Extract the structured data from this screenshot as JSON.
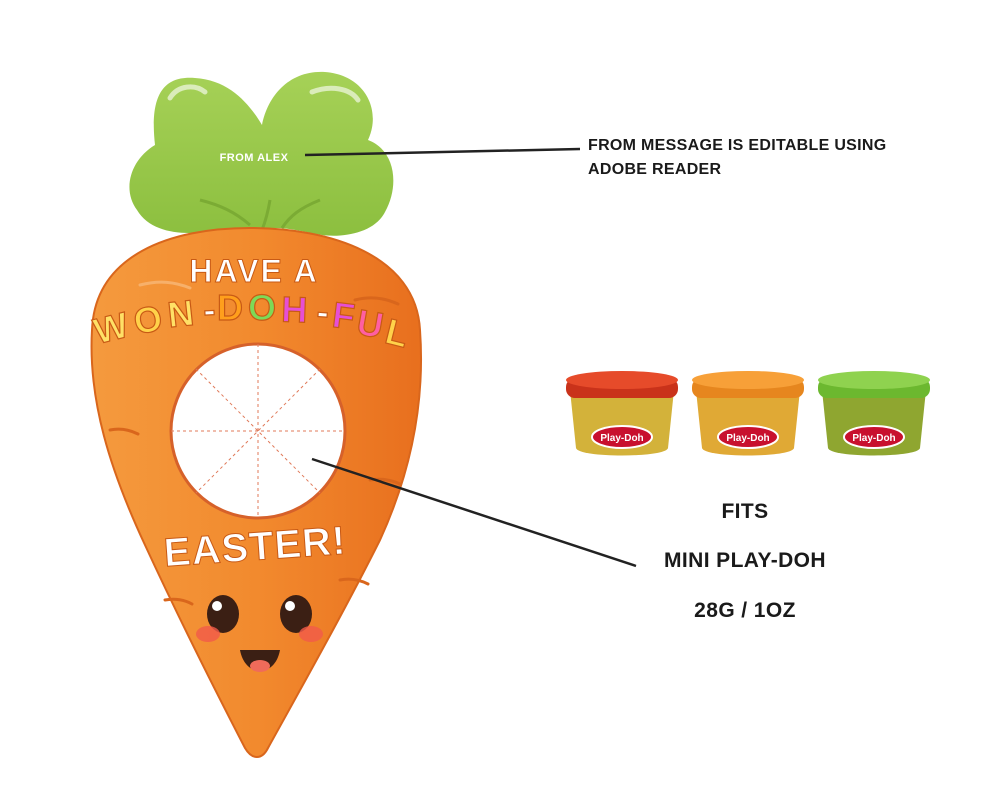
{
  "card": {
    "from_text": "FROM ALEX",
    "headline_top": "HAVE A",
    "headline_letters": [
      "W",
      "O",
      "N",
      "-",
      "D",
      "O",
      "H",
      "-",
      "F",
      "U",
      "L"
    ],
    "headline_bottom": "EASTER!"
  },
  "callouts": {
    "from_message": "FROM MESSAGE IS EDITABLE USING ADOBE READER",
    "fits": "FITS",
    "product": "MINI PLAY-DOH",
    "size": "28G / 1OZ"
  },
  "tubs": [
    {
      "brand": "Play-Doh",
      "color": "red"
    },
    {
      "brand": "Play-Doh",
      "color": "orange"
    },
    {
      "brand": "Play-Doh",
      "color": "green"
    }
  ],
  "colors": {
    "carrot": "#f28a2e",
    "leaf": "#9dca4d",
    "brand_red": "#c8102e",
    "headline_white": "#ffffff"
  }
}
